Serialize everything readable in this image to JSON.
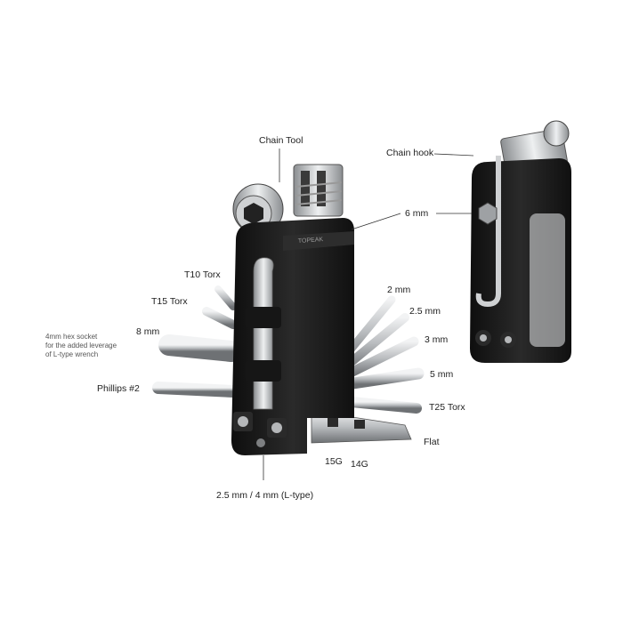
{
  "labels": {
    "chain_tool": "Chain Tool",
    "chain_hook": "Chain hook",
    "six_mm": "6 mm",
    "t10_torx": "T10 Torx",
    "t15_torx": "T15 Torx",
    "two_mm": "2 mm",
    "two_five_mm": "2.5 mm",
    "three_mm": "3 mm",
    "five_mm": "5 mm",
    "t25_torx": "T25 Torx",
    "flat": "Flat",
    "eight_mm": "8 mm",
    "hex_socket_note": "4mm hex socket\nfor the added leverage\nof L-type wrench",
    "phillips": "Phillips #2",
    "g15": "15G",
    "g14": "14G",
    "l_type": "2.5 mm / 4 mm (L-type)"
  },
  "body_engraving": "TOPEAK",
  "colors": {
    "body": "#1c1c1c",
    "steel": "#c9ccce",
    "leader": "#333333"
  }
}
